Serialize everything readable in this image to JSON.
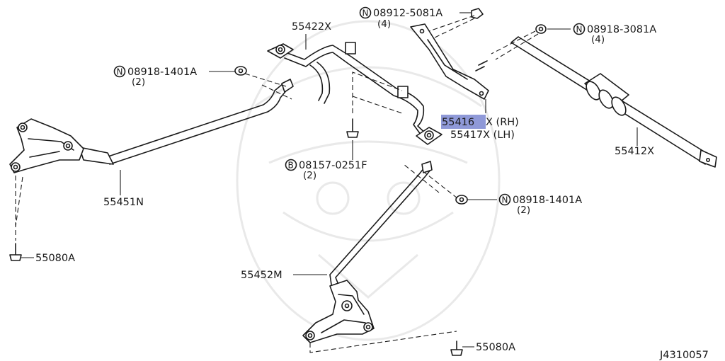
{
  "diagram_id": "J4310057",
  "highlight_color": "#8f99d8",
  "labels": {
    "p55422": "55422X",
    "p08912": "08912-5081A",
    "p08912_qty": "(4)",
    "p08918_3081": "08918-3081A",
    "p08918_3081_qty": "(4)",
    "p08918_1401_a": "08918-1401A",
    "p08918_1401_a_qty": "(2)",
    "p55416_num": "55416",
    "p55416_suffix": "X (RH)",
    "p55417": "55417X (LH)",
    "p55412": "55412X",
    "p08157": "08157-0251F",
    "p08157_qty": "(2)",
    "p55451": "55451N",
    "p08918_1401_b": "08918-1401A",
    "p08918_1401_b_qty": "(2)",
    "p55080_a": "55080A",
    "p55452": "55452M",
    "p55080_b": "55080A",
    "prefix_n": "N",
    "prefix_b": "B"
  }
}
